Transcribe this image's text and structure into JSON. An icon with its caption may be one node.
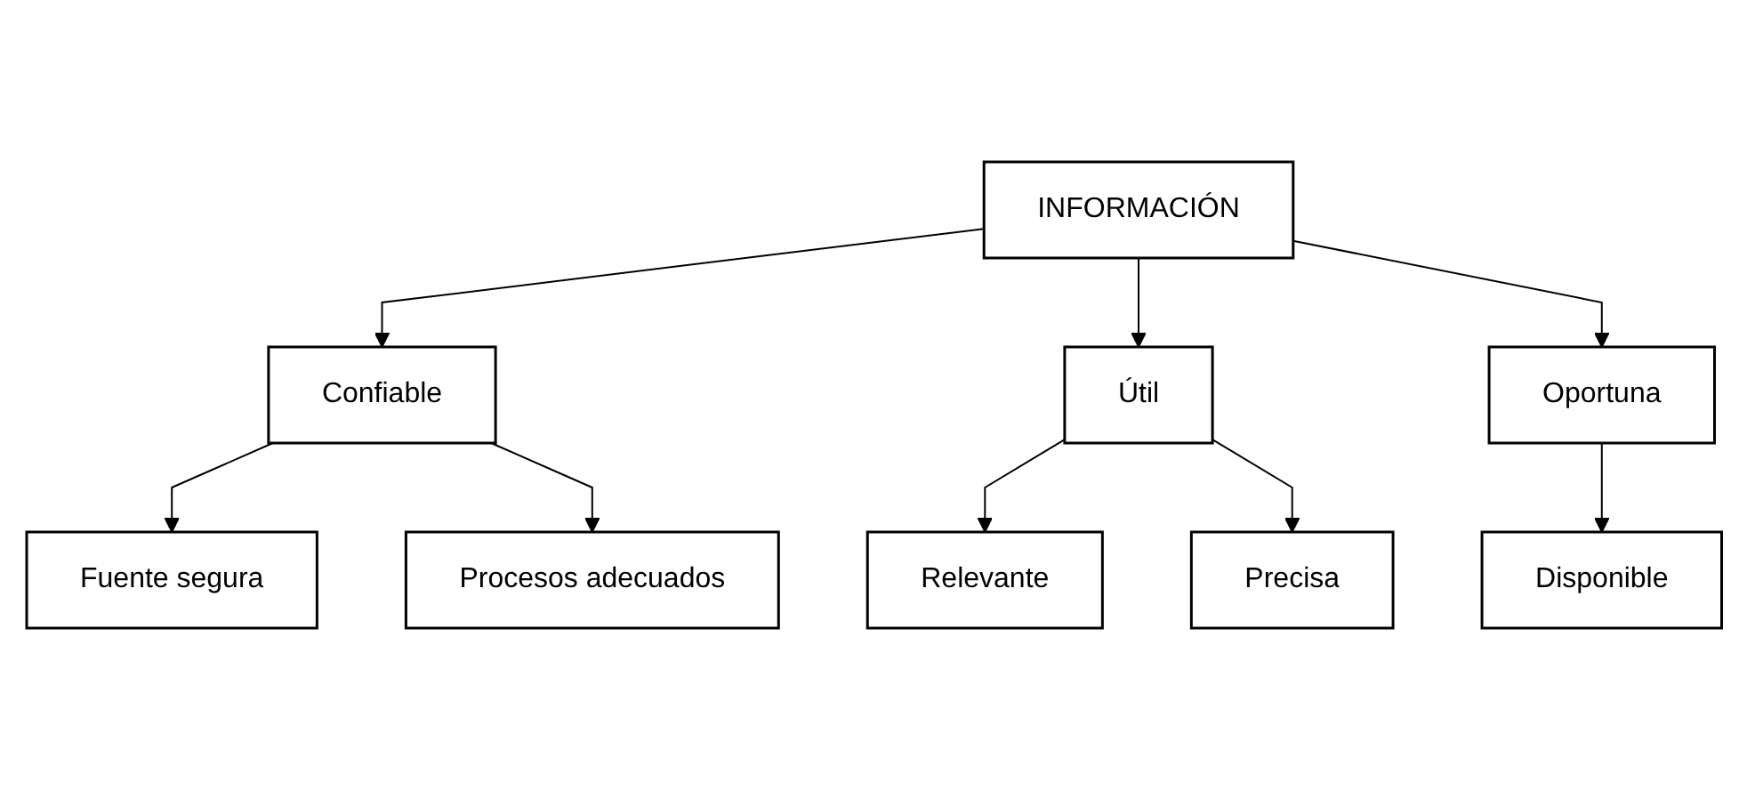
{
  "diagram": {
    "nodes": [
      {
        "text": [
          "INFORMACIÓN"
        ]
      },
      {
        "text": [
          "Fuente segura"
        ]
      },
      {
        "text": [
          "Procesos adecuados"
        ]
      },
      {
        "text": [
          "Confiable"
        ]
      },
      {
        "text": [
          "Oportuna"
        ]
      },
      {
        "text": [
          "Disponible"
        ]
      },
      {
        "text": [
          "Útil"
        ]
      },
      {
        "text": [
          "Relevante"
        ]
      },
      {
        "text": [
          "Precisa"
        ]
      }
    ],
    "edges": [
      {
        "from": 0,
        "to": 3,
        "arrow": "to"
      },
      {
        "from": 0,
        "to": 6,
        "arrow": "to"
      },
      {
        "from": 0,
        "to": 4,
        "arrow": "to"
      },
      {
        "from": 3,
        "to": 1,
        "arrow": "to"
      },
      {
        "from": 3,
        "to": 2,
        "arrow": "to"
      },
      {
        "from": 4,
        "to": 5,
        "arrow": "to"
      },
      {
        "from": 6,
        "to": 7,
        "arrow": "to"
      },
      {
        "from": 6,
        "to": 8,
        "arrow": "to"
      }
    ]
  }
}
